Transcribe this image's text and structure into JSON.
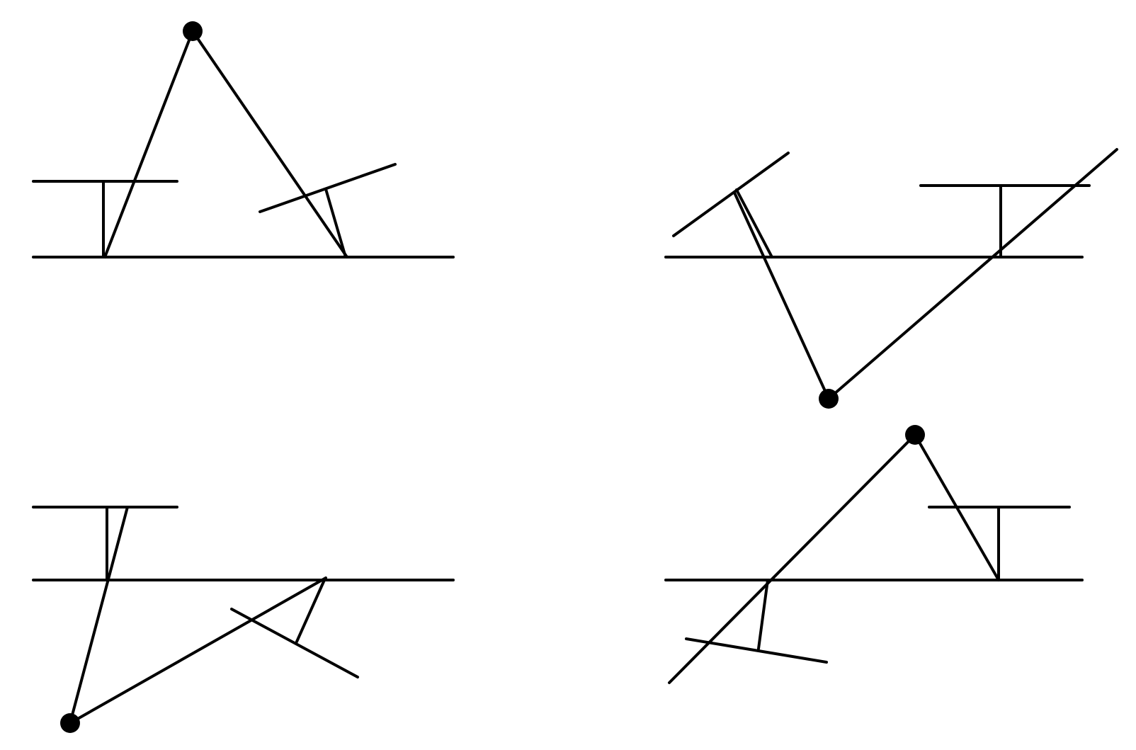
{
  "diagram": {
    "line_color": "#000000",
    "background_color": "#ffffff",
    "panels": [
      {
        "id": "top-left",
        "dot_position": "above-baseline"
      },
      {
        "id": "top-right",
        "dot_position": "below-baseline"
      },
      {
        "id": "bottom-left",
        "dot_position": "below-baseline"
      },
      {
        "id": "bottom-right",
        "dot_position": "above-baseline"
      }
    ]
  }
}
